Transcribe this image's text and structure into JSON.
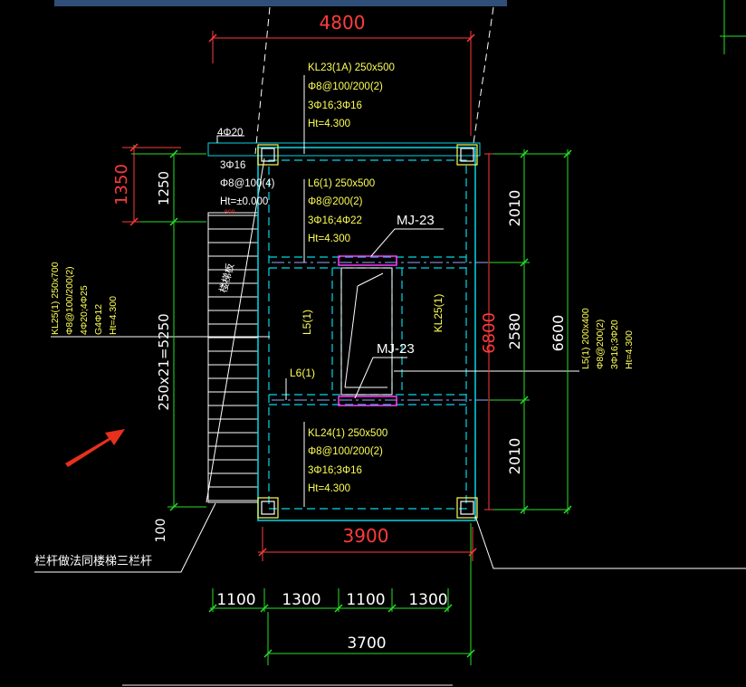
{
  "dimensions": {
    "top_overall": "4800",
    "bottom_inner": "3900",
    "bottom_total": "3700",
    "bottom_segments": [
      "1100",
      "1300",
      "1100",
      "1300"
    ],
    "right_segments": [
      "2010",
      "2580",
      "2010"
    ],
    "right_total": "6600",
    "right_inner": "6800",
    "left_upper_red": "1350",
    "left_upper": "1250",
    "left_stair": "250x21=5250",
    "left_bottom": "100"
  },
  "labels": {
    "mj_top": "MJ-23",
    "mj_bottom": "MJ-23",
    "l5_left": "L5(1)",
    "kl25_right": "KL25(1)",
    "l6_small": "L6(1)",
    "stair_text": "楼梯板",
    "railing_note": "栏杆做法同楼梯三栏杆",
    "small_red": "900"
  },
  "annotations": {
    "kl23": [
      "KL23(1A) 250x500",
      "Φ8@100/200(2)",
      "3Φ16;3Φ16",
      "Ht=4.300"
    ],
    "col": [
      "4Φ20",
      "3Φ16",
      "Φ8@100(4)",
      "Ht=±0.000"
    ],
    "l6": [
      "L6(1) 250x500",
      "Φ8@200(2)",
      "3Φ16;4Φ22",
      "Ht=4.300"
    ],
    "kl24": [
      "KL24(1) 250x500",
      "Φ8@100/200(2)",
      "3Φ16;3Φ16",
      "Ht=4.300"
    ],
    "kl25": [
      "KL25(1) 250x700",
      "Φ8@100/200(2)",
      "4Φ20;4Φ25",
      "G4Φ12",
      "Ht=4.300"
    ],
    "l5": [
      "L5(1) 200x400",
      "Φ8@200(2)",
      "3Φ16;3Φ20",
      "Ht=4.300"
    ]
  },
  "colors": {
    "background": "#000000",
    "dimension_red": "#ff3b3b",
    "dimension_green": "#28e028",
    "annotation_yellow": "#ffff55",
    "beam_cyan": "#00d8e8",
    "opening_magenta": "#ff3cff",
    "arrow_red": "#e8301e",
    "topbar_blue": "#2f4f78"
  }
}
